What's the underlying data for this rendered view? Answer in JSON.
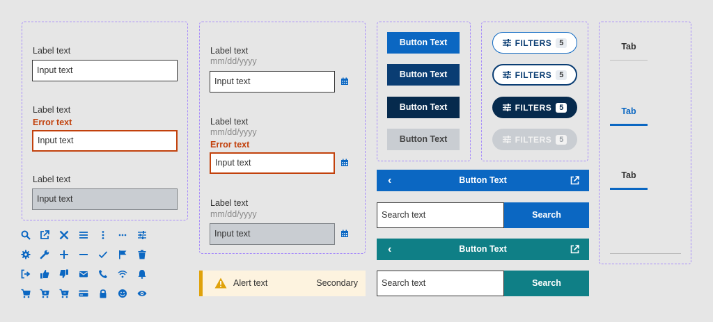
{
  "colors": {
    "primary": "#0b67c2",
    "navy": "#0a3d73",
    "dark": "#062a4d",
    "disabled": "#c9cdd2",
    "teal": "#0f7f86",
    "error": "#c2410c",
    "warning": "#e0a20a",
    "dashed_border": "#a78bfa"
  },
  "text_inputs": [
    {
      "label": "Label text",
      "value": "Input text",
      "state": "default"
    },
    {
      "label": "Label text",
      "error": "Error text",
      "value": "Input text",
      "state": "error"
    },
    {
      "label": "Label text",
      "value": "Input text",
      "state": "disabled"
    }
  ],
  "date_inputs": [
    {
      "label": "Label text",
      "hint": "mm/dd/yyyy",
      "value": "Input text",
      "state": "default"
    },
    {
      "label": "Label text",
      "hint": "mm/dd/yyyy",
      "error": "Error text",
      "value": "Input text",
      "state": "error"
    },
    {
      "label": "Label text",
      "hint": "mm/dd/yyyy",
      "value": "Input text",
      "state": "disabled"
    }
  ],
  "buttons": [
    {
      "label": "Button Text",
      "variant": "primary"
    },
    {
      "label": "Button Text",
      "variant": "navy"
    },
    {
      "label": "Button Text",
      "variant": "dark"
    },
    {
      "label": "Button Text",
      "variant": "disabled"
    }
  ],
  "filter_pills": [
    {
      "label": "FILTERS",
      "count": "5",
      "variant": "outline"
    },
    {
      "label": "FILTERS",
      "count": "5",
      "variant": "outline-dark"
    },
    {
      "label": "FILTERS",
      "count": "5",
      "variant": "filled"
    },
    {
      "label": "FILTERS",
      "count": "5",
      "variant": "disabled"
    }
  ],
  "nav_bars": [
    {
      "label": "Button Text",
      "back_icon": "chevron-left-icon",
      "action_icon": "external-link-icon",
      "color": "primary"
    },
    {
      "label": "Button Text",
      "back_icon": "chevron-left-icon",
      "action_icon": "external-link-icon",
      "color": "teal"
    }
  ],
  "searches": [
    {
      "value": "Search text",
      "button": "Search",
      "color": "primary"
    },
    {
      "value": "Search text",
      "button": "Search",
      "color": "teal"
    }
  ],
  "tabs": [
    {
      "label": "Tab",
      "state": "default"
    },
    {
      "label": "Tab",
      "state": "active"
    },
    {
      "label": "Tab",
      "state": "hover"
    }
  ],
  "alert": {
    "text": "Alert text",
    "secondary": "Secondary",
    "icon": "warning-icon"
  },
  "icons": [
    [
      "search-icon",
      "external-link-icon",
      "close-icon",
      "menu-icon",
      "more-vertical-icon",
      "more-horizontal-icon",
      "sliders-icon"
    ],
    [
      "gear-icon",
      "wrench-icon",
      "plus-icon",
      "minus-icon",
      "check-icon",
      "flag-icon",
      "trash-icon"
    ],
    [
      "sign-out-icon",
      "thumbs-up-icon",
      "thumbs-down-icon",
      "mail-icon",
      "phone-icon",
      "wifi-icon",
      "bell-icon"
    ],
    [
      "cart-icon",
      "cart-add-icon",
      "cart-remove-icon",
      "credit-card-icon",
      "lock-icon",
      "smiley-icon",
      "eye-icon"
    ]
  ]
}
